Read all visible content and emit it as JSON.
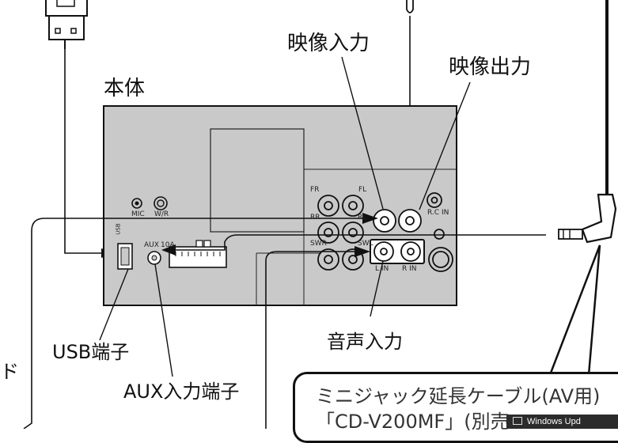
{
  "labels": {
    "video_in": "映像入力",
    "video_out": "映像出力",
    "main_unit": "本体",
    "usb_terminal": "USB端子",
    "aux_terminal": "AUX入力端子",
    "audio_in": "音声入力",
    "side_fragment": "ド"
  },
  "panel_marks": {
    "mic": "MIC",
    "wr": "W/R",
    "fr": "FR",
    "fl": "FL",
    "rr": "RR",
    "rl": "RL",
    "swr": "SWR",
    "swl": "SWL",
    "rcin": "R.C IN",
    "lin": "L IN",
    "rin": "R IN",
    "aux": "AUX",
    "fuse": "10A",
    "usb": "USB"
  },
  "callout": {
    "line1": "ミニジャック延長ケーブル(AV用)",
    "line2": "「CD-V200MF」(別売"
  },
  "notification": {
    "icon": "update-icon",
    "text": "Windows Upd"
  },
  "colors": {
    "panel": "#c9c9c9",
    "line": "#111111",
    "jack": "#ffffff"
  }
}
